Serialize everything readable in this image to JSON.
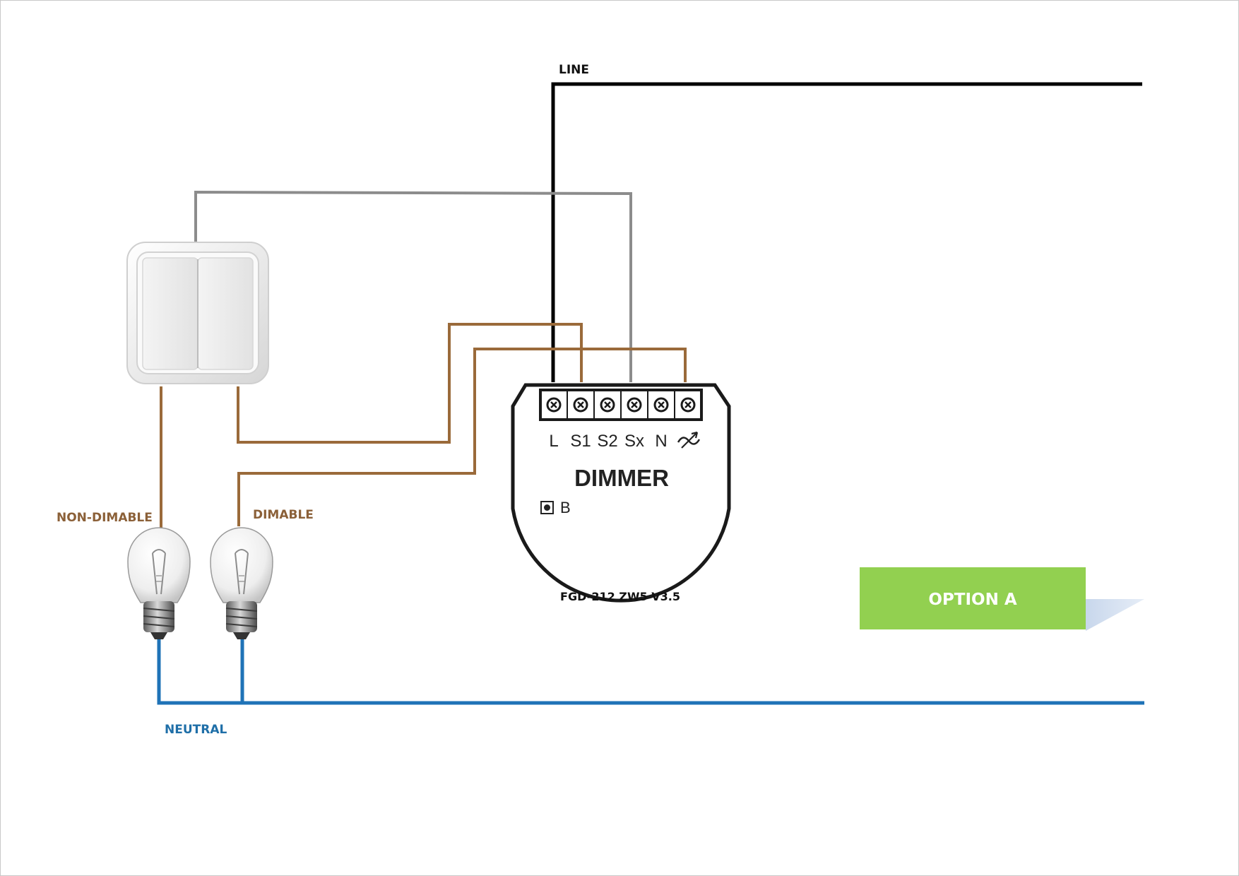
{
  "labels": {
    "line": "LINE",
    "neutral": "NEUTRAL",
    "non_dimable": "NON-DIMABLE",
    "dimable": "DIMABLE"
  },
  "dimmer": {
    "title": "DIMMER",
    "model": "FGD-212 ZW5 V3.5",
    "terminals": [
      "L",
      "S1",
      "S2",
      "Sx",
      "N"
    ],
    "output_terminal_icon": "dimmer-output-icon",
    "button_label": "B"
  },
  "option_badge": {
    "text": "OPTION A",
    "color": "#92d050"
  },
  "colors": {
    "line_wire": "#000000",
    "switch_wire": "#8c8c8c",
    "load_wire": "#9a6a3a",
    "neutral_wire": "#1f73b7",
    "load_label": "#8b6038",
    "neutral_label": "#1f6fa8"
  }
}
